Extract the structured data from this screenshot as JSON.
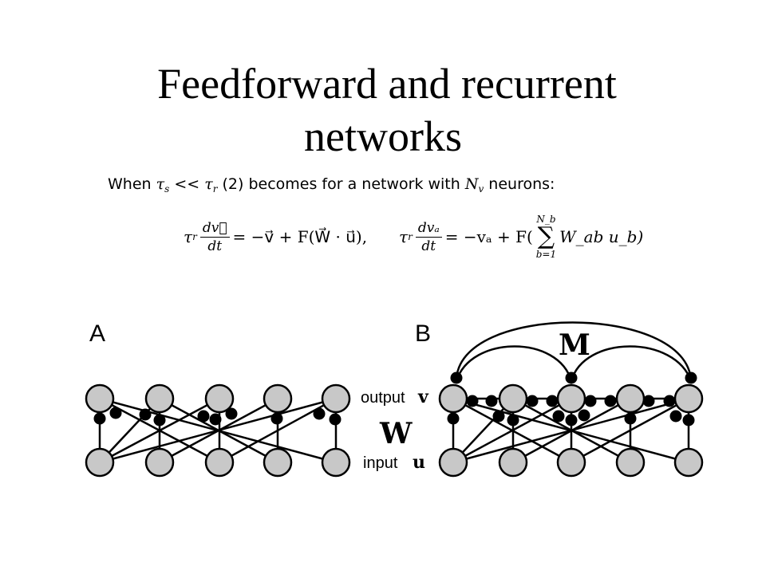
{
  "slide": {
    "title_line1": "Feedforward and recurrent",
    "title_line2": "networks"
  },
  "intro": {
    "part1": "When ",
    "tau": "τ",
    "s": "s",
    "ll": " << ",
    "r": "r",
    "part2": " (2) becomes for a network with ",
    "N": "N",
    "v": "v",
    "part3": " neurons:"
  },
  "equations": {
    "eq1": {
      "tau": "τ",
      "r": "r",
      "num": "dv⃗",
      "den": "dt",
      "rhs": "= −v⃗ + F(W⃗ · u⃗),"
    },
    "eq2": {
      "tau": "τ",
      "r": "r",
      "num": "dvₐ",
      "den": "dt",
      "rhs_a": "= −vₐ + F(",
      "sum_top": "N_b",
      "sigma": "∑",
      "sum_bottom": "b=1",
      "rhs_b": "W_ab u_b)"
    }
  },
  "diagram": {
    "panel_a": "A",
    "panel_b": "B",
    "output_label": "output",
    "output_symbol": "v",
    "weights_symbol": "W",
    "input_label": "input",
    "input_symbol": "u",
    "recurrent_symbol": "M",
    "node_fill": "#c8c8c8",
    "node_stroke": "#000000"
  }
}
